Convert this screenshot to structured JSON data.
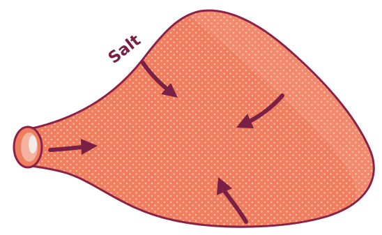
{
  "diagram": {
    "label": "Salt",
    "arrow_directions": [
      "down-right",
      "down-left",
      "right",
      "up-left"
    ]
  },
  "colors": {
    "fill": "#f07d5e",
    "fill_light": "#f59a7e",
    "outline": "#8c2148",
    "dots": "#fbd2bf",
    "arrows": "#7a1f45",
    "label": "#7a1f45",
    "cut_face": "#f2b3a0",
    "bone": "#f4eae6"
  }
}
